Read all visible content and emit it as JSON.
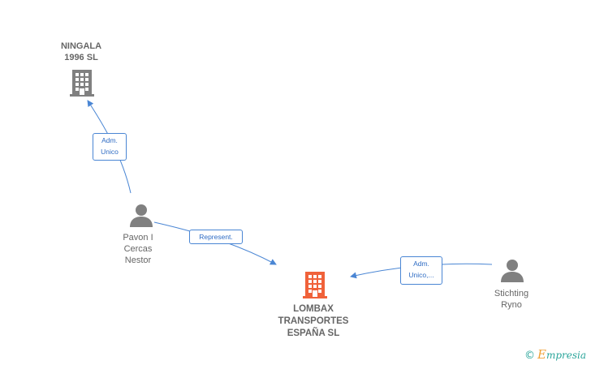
{
  "nodes": {
    "ningala": {
      "line1": "NINGALA",
      "line2": "1996  SL"
    },
    "pavon": {
      "line1": "Pavon I",
      "line2": "Cercas",
      "line3": "Nestor"
    },
    "lombax": {
      "line1": "LOMBAX",
      "line2": "TRANSPORTES",
      "line3": "ESPAÑA  SL"
    },
    "stichting": {
      "line1": "Stichting",
      "line2": "Ryno"
    }
  },
  "edges": {
    "adm_unico": {
      "line1": "Adm.",
      "line2": "Unico"
    },
    "represent": {
      "line1": "Represent."
    },
    "adm_unico_multi": {
      "line1": "Adm.",
      "line2": "Unico,..."
    }
  },
  "brand": {
    "copyright": "©",
    "e": "E",
    "name": "mpresia"
  },
  "colors": {
    "edge": "#4a86d4",
    "icon_gray": "#808080",
    "company_highlight": "#f0623a"
  },
  "icons": {
    "ningala": "building-icon",
    "lombax": "building-icon",
    "pavon": "person-icon",
    "stichting": "person-icon"
  }
}
